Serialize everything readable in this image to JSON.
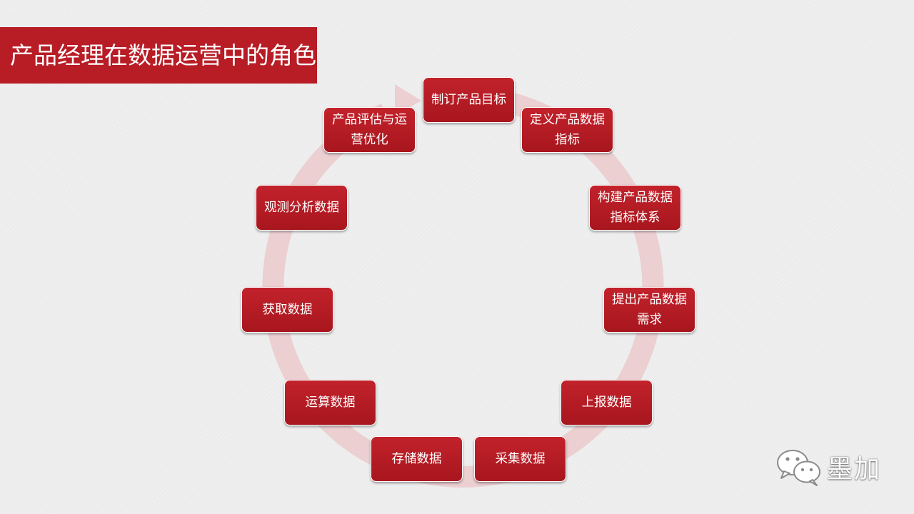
{
  "title": "产品经理在数据运营中的角色",
  "colors": {
    "accent": "#b81c25",
    "ring": "#e9cbcd",
    "background": "#ededed"
  },
  "steps": [
    "制订产品目标",
    "定义产品数据指标",
    "构建产品数据指标体系",
    "提出产品数据需求",
    "上报数据",
    "采集数据",
    "存储数据",
    "运算数据",
    "获取数据",
    "观测分析数据",
    "产品评估与运营优化"
  ],
  "watermark": {
    "icon": "wechat-icon",
    "text": "墨加"
  }
}
